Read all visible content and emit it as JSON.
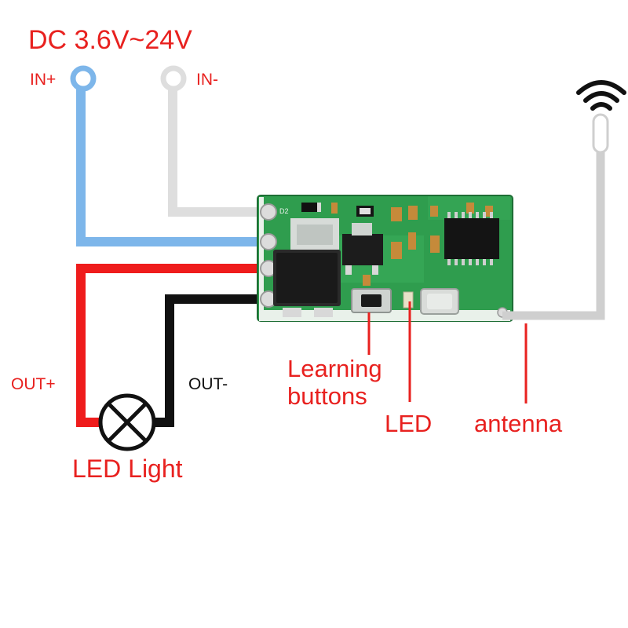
{
  "title": "DC 3.6V~24V",
  "labels": {
    "in_plus": "IN+",
    "in_minus": "IN-",
    "out_plus": "OUT+",
    "out_minus": "OUT-",
    "learning_line1": "Learning",
    "learning_line2": "buttons",
    "led": "LED",
    "antenna": "antenna",
    "led_light": "LED Light",
    "pcb_marking": "D2"
  },
  "colors": {
    "label_red": "#e8211f",
    "wire_blue": "#7db6ea",
    "wire_gray": "#dedede",
    "wire_red": "#ef1c1c",
    "wire_black": "#111111",
    "antenna_wire": "#cfcfcf",
    "pcb_green": "#2f9d4e"
  },
  "icons": {
    "wifi": "wifi-signal-icon",
    "lamp": "lamp-icon"
  }
}
